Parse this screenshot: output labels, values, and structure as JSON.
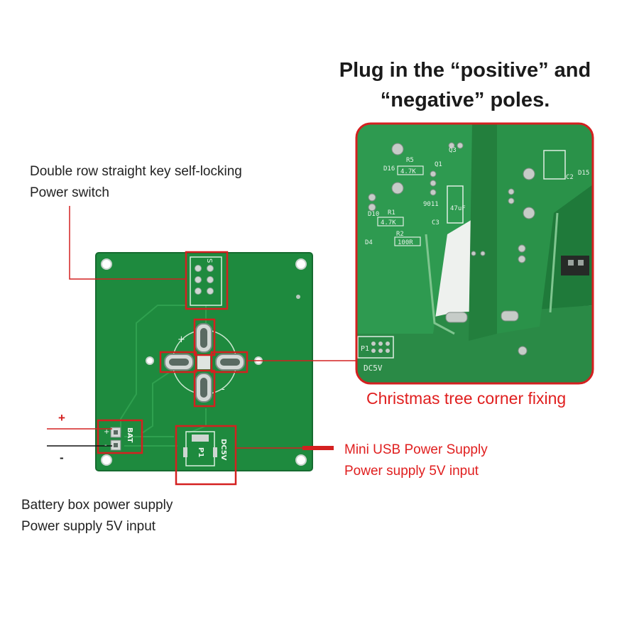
{
  "title": {
    "line1": "Plug in the “positive” and",
    "line2": "“negative” poles."
  },
  "annotations": {
    "switch": {
      "line1": "Double row straight key self-locking",
      "line2": "Power switch"
    },
    "battery": {
      "line1": "Battery box power supply",
      "line2": "Power supply 5V input"
    },
    "usb": {
      "line1": "Mini USB Power Supply",
      "line2": "Power supply 5V input"
    },
    "corner": "Christmas tree corner fixing",
    "plus_sign": "+",
    "minus_sign": "-"
  },
  "pcb_silkscreen": {
    "switch_label": "S",
    "bat_plus": "+",
    "bat_minus": "-",
    "bat_label": "BAT",
    "usb_ref": "P1",
    "usb_label": "DC5V",
    "pole_plus": "+",
    "pole_minus": "-"
  },
  "photo_silkscreen": {
    "r5": "R5",
    "r5_value": "4.7K",
    "r1": "R1",
    "r1_value": "4.7K",
    "r2": "R2",
    "r2_value": "100R",
    "d16": "D16",
    "d10": "D10",
    "d4": "D4",
    "q1": "Q1",
    "q3": "Q3",
    "q_part": "9011",
    "c3": "C3",
    "c2": "C2",
    "d15": "D15",
    "cap_value": "47uF",
    "p1": "P1",
    "dc5v": "DC5V"
  },
  "colors": {
    "pcb_green": "#1f8a3c",
    "highlight_red": "#d42020",
    "pcb_trace": "#2a9a48"
  }
}
